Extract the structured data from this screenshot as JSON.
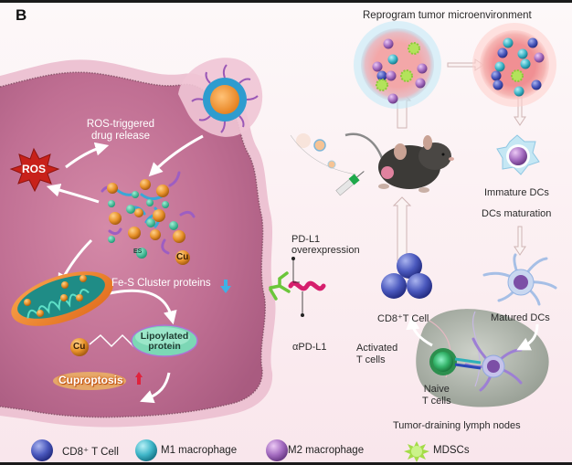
{
  "figure": {
    "panel_label": "B",
    "title": "Reprogram tumor microenvironment"
  },
  "cell_region": {
    "ros_label": "ROS",
    "ros_release_label_line1": "ROS-triggered",
    "ros_release_label_line2": "drug release",
    "fes_label": "Fe-S Cluster proteins",
    "fes_trend": "down",
    "cu_label": "Cu",
    "es_label": "ES",
    "lipoylated_line1": "Lipoylated",
    "lipoylated_line2": "protein",
    "cuproptosis_label": "Cuproptosis",
    "cuproptosis_trend": "up"
  },
  "immune_region": {
    "pdl1_line1": "PD-L1",
    "pdl1_line2": "overexpression",
    "antipdl1_label": "αPD-L1",
    "cd8_label": "CD8⁺T Cell",
    "activated_line1": "Activated",
    "activated_line2": "T cells",
    "naive_line1": "Naive",
    "naive_line2": "T cells",
    "lymph_label": "Tumor-draining lymph nodes",
    "immature_label": "Immature DCs",
    "maturation_label": "DCs maturation",
    "matured_label": "Matured DCs"
  },
  "legend": [
    {
      "label": "CD8⁺ T Cell",
      "icon": "blue-sphere",
      "color": "#3f4fb0"
    },
    {
      "label": "M1 macrophage",
      "icon": "cyan-sphere",
      "color": "#3fb6c8"
    },
    {
      "label": "M2 macrophage",
      "icon": "purple-sphere",
      "color": "#a46cc0"
    },
    {
      "label": "MDSCs",
      "icon": "green-spiky-cell",
      "color": "#9ad43a"
    }
  ],
  "colors": {
    "cell_body": "#c9779a",
    "membrane": "#e9b3c8",
    "copper": "#e89a2c",
    "es": "#3fc9a0",
    "ros": "#d2231c",
    "arrow_white": "#ffffff"
  }
}
